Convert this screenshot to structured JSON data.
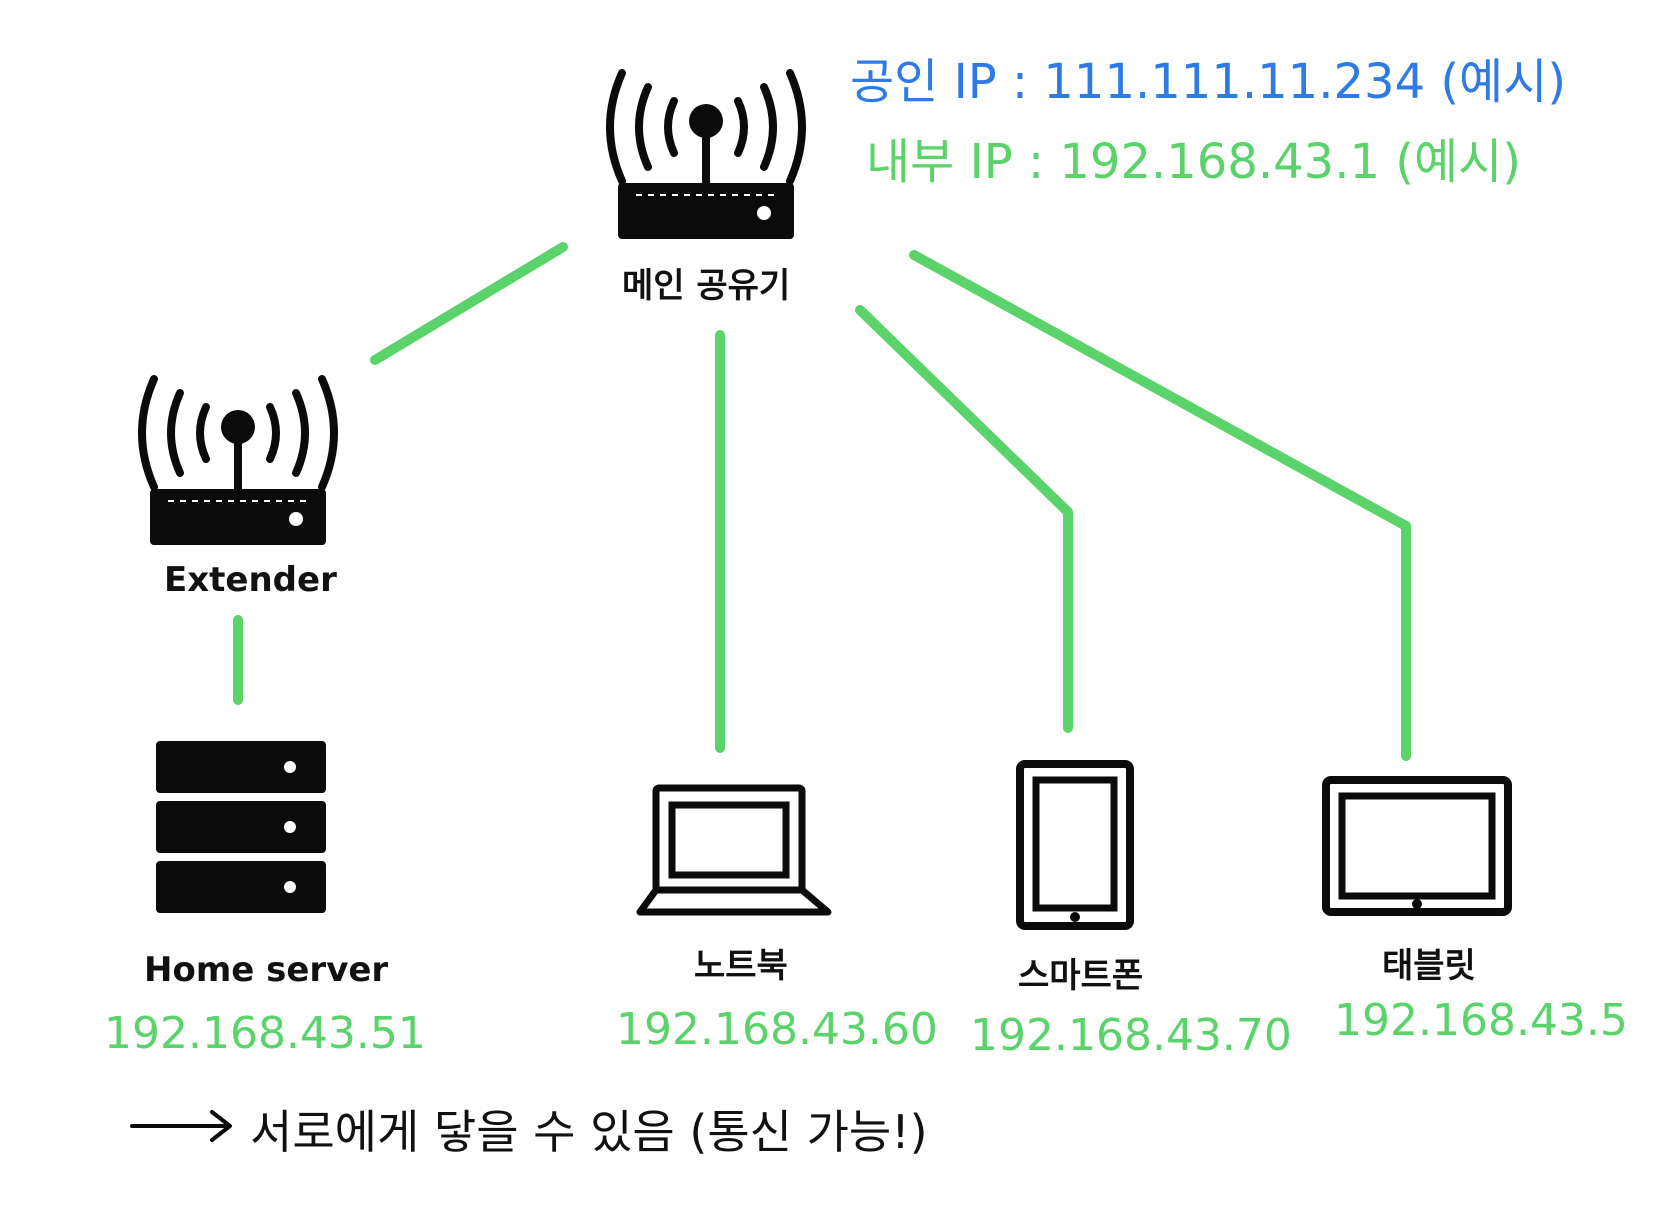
{
  "colors": {
    "link": "#5ad36a",
    "ip_text": "#5ad36a",
    "public_ip": "#2f7be5",
    "private_ip": "#5ad36a",
    "device": "#0b0b0b"
  },
  "router_info": {
    "public_ip": "공인 IP : 111.111.11.234 (예시)",
    "private_ip": "내부 IP : 192.168.43.1 (예시)"
  },
  "devices": {
    "main_router": {
      "label": "메인 공유기",
      "icon": "wifi-router-icon"
    },
    "extender": {
      "label": "Extender",
      "icon": "wifi-router-icon"
    },
    "home_server": {
      "label": "Home server",
      "ip": "192.168.43.51",
      "icon": "server-rack-icon"
    },
    "notebook": {
      "label": "노트북",
      "ip": "192.168.43.60",
      "icon": "laptop-icon"
    },
    "smartphone": {
      "label": "스마트폰",
      "ip": "192.168.43.70",
      "icon": "smartphone-icon"
    },
    "tablet": {
      "label": "태블릿",
      "ip": "192.168.43.5",
      "icon": "tablet-icon"
    }
  },
  "footer": {
    "arrow_icon": "right-arrow-icon",
    "note": "서로에게 닿을 수 있음 (통신 가능!)"
  }
}
